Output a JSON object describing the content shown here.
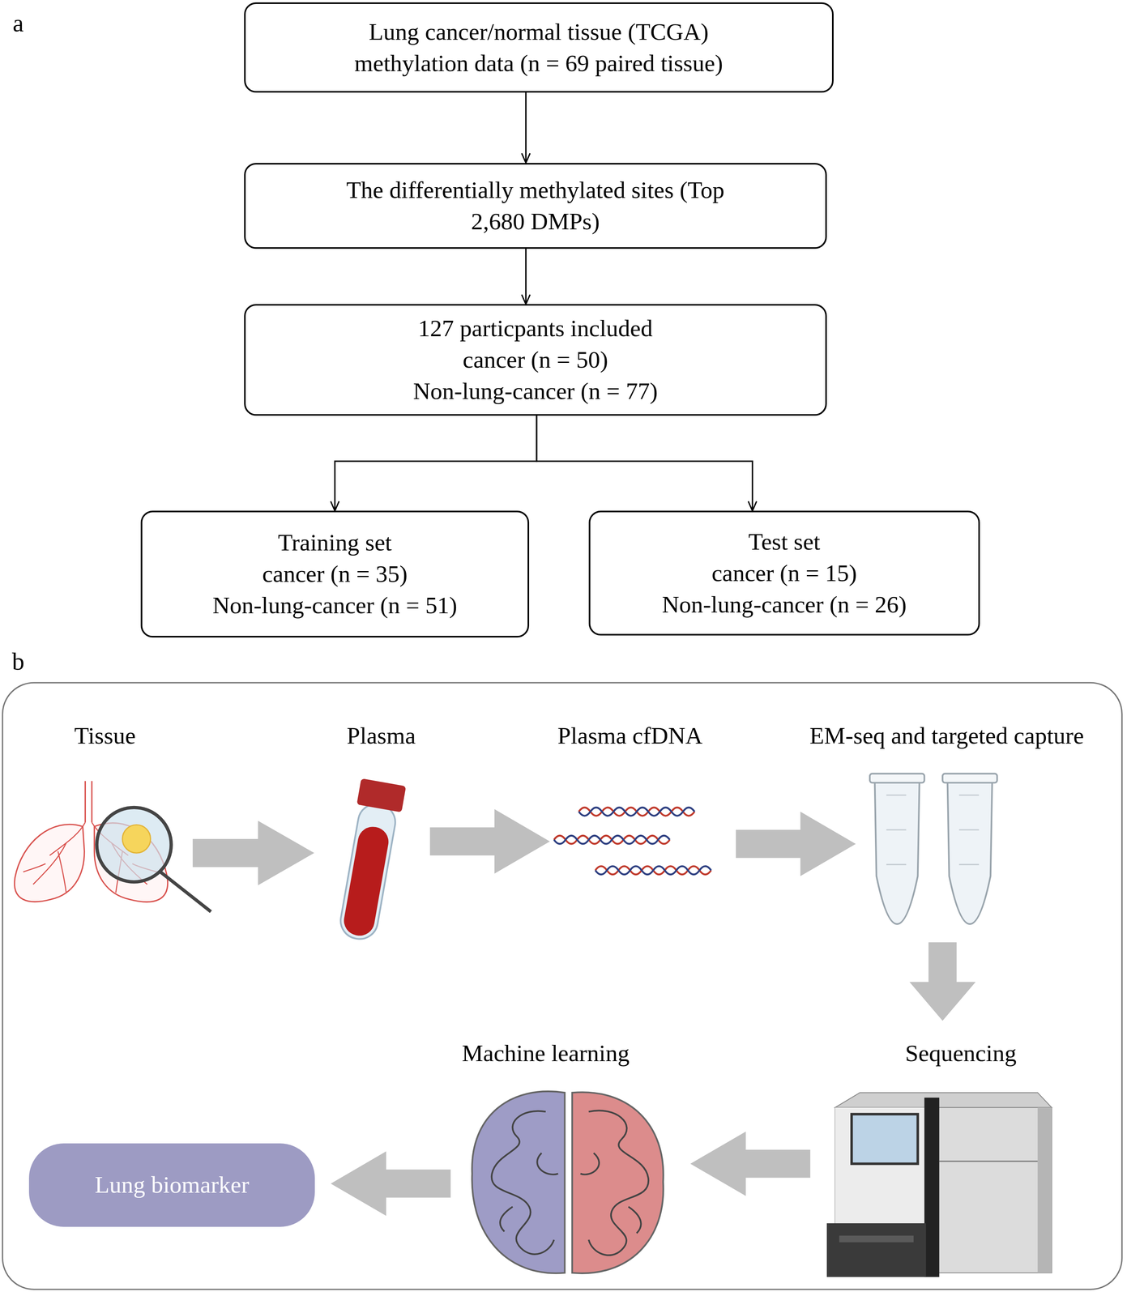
{
  "diagram": {
    "nodes": [
      {
        "text": [
          "Lung cancer/normal tissue (TCGA) methylation data (n = 69 paired tissue)"
        ]
      },
      {
        "text": [
          "The differentially methylated sites (Top 2,680 DMPs)"
        ]
      },
      {
        "text": [
          "127 particpants included",
          "cancer (n = 50)",
          "Non-lung-cancer (n = 77)"
        ]
      },
      {
        "text": [
          "Training set",
          "cancer (n = 35)",
          "Non-lung-cancer (n = 51)"
        ]
      },
      {
        "text": [
          "Test set",
          "cancer (n = 15)",
          "Non-lung-cancer (n = 26)"
        ]
      },
      {
        "text": [
          "Lung biomarker"
        ]
      }
    ],
    "edges": [
      {
        "from": 0,
        "to": 1,
        "arrow": "to"
      },
      {
        "from": 1,
        "to": 2,
        "arrow": "to"
      },
      {
        "from": 2,
        "to": 3,
        "arrow": "to"
      },
      {
        "from": 2,
        "to": 4,
        "arrow": "to"
      }
    ],
    "labels": [
      "a",
      "b",
      "Tissue",
      "Plasma",
      "Plasma cfDNA",
      "EM-seq and targeted capture",
      "Machine learning",
      "Sequencing"
    ]
  }
}
